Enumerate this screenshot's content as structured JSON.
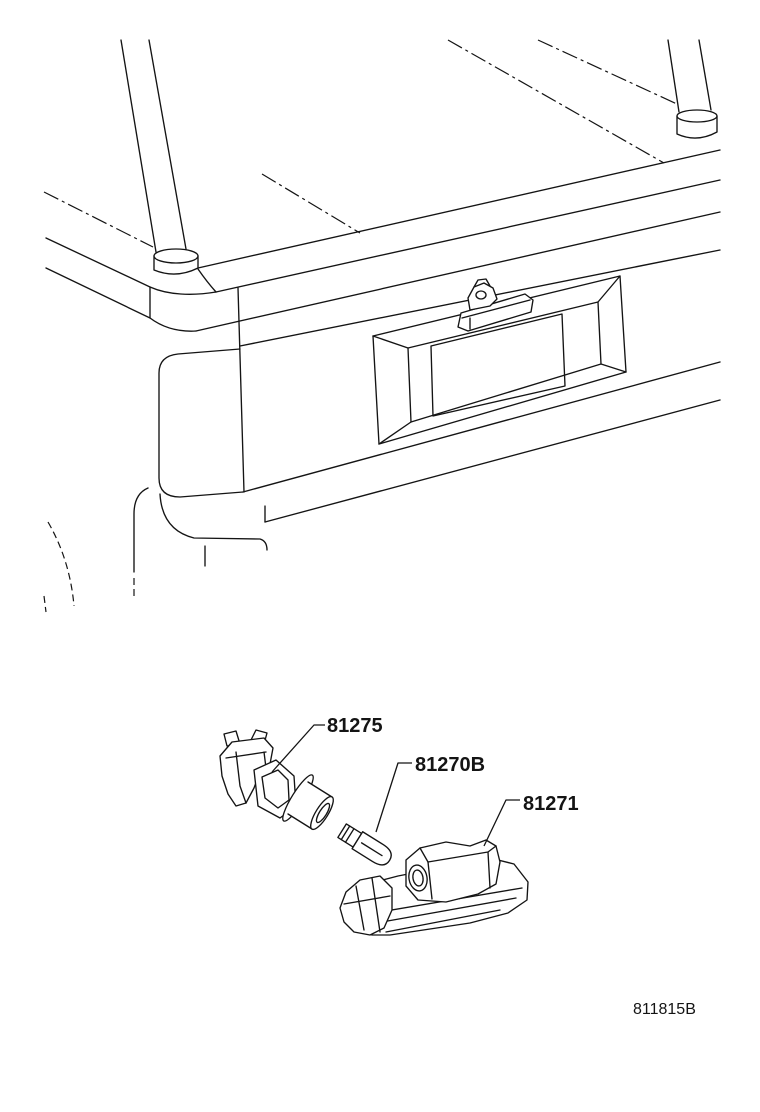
{
  "callouts": [
    {
      "part_number": "81275"
    },
    {
      "part_number": "81270B"
    },
    {
      "part_number": "81271"
    }
  ],
  "figure_code": "811815B"
}
